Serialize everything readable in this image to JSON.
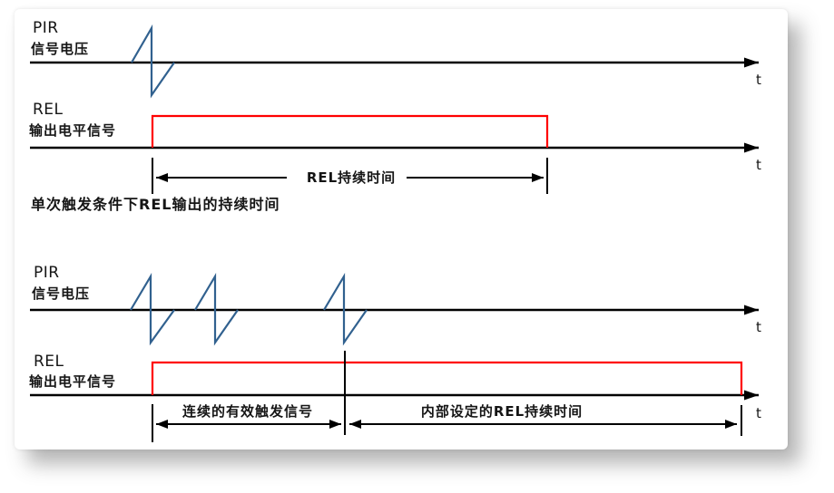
{
  "colors": {
    "axis": "#000000",
    "pir_signal": "#31618f",
    "rel_pulse": "#ff0000",
    "text": "#151515"
  },
  "diagram1": {
    "pir_label": "PIR",
    "pir_sublabel": "信号电压",
    "pir_axis_unit": "t",
    "rel_label": "REL",
    "rel_sublabel": "输出电平信号",
    "rel_axis_unit": "t",
    "duration_label": "REL持续时间",
    "caption": "单次触发条件下REL输出的持续时间"
  },
  "diagram2": {
    "pir_label": "PIR",
    "pir_sublabel": "信号电压",
    "pir_axis_unit": "t",
    "rel_label": "REL",
    "rel_sublabel": "输出电平信号",
    "rel_axis_unit": "t",
    "trigger_label": "连续的有效触发信号",
    "duration_label": "内部设定的REL持续时间"
  }
}
